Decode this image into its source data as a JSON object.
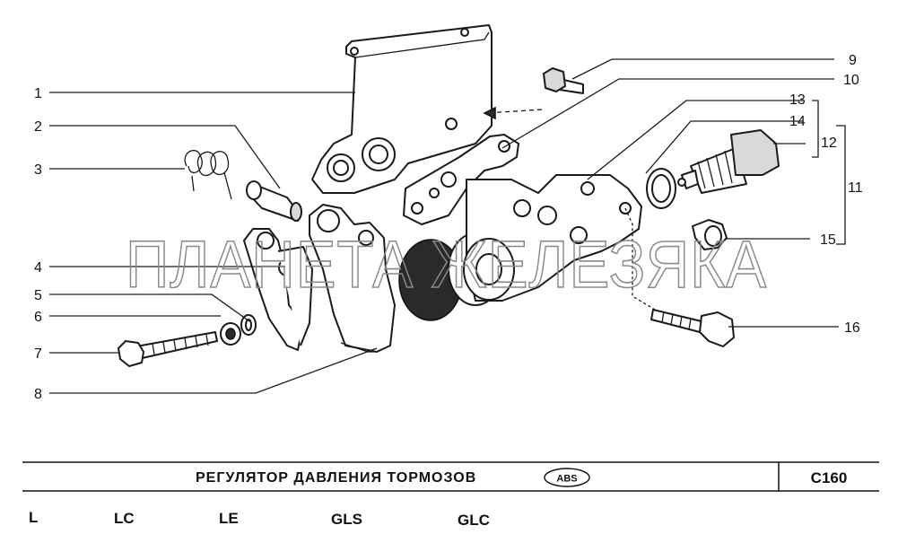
{
  "callouts": [
    "1",
    "2",
    "3",
    "4",
    "5",
    "6",
    "7",
    "8",
    "9",
    "10",
    "11",
    "12",
    "13",
    "14",
    "15",
    "16"
  ],
  "watermark": "ПЛАНЕТА ЖЕЛЕЗЯКА",
  "title_block": {
    "title": "РЕГУЛЯТОР ДАВЛЕНИЯ ТОРМОЗОВ",
    "badge": "ABS",
    "code": "C160"
  },
  "trims": [
    "L",
    "LC",
    "LE",
    "GLS",
    "GLC"
  ]
}
